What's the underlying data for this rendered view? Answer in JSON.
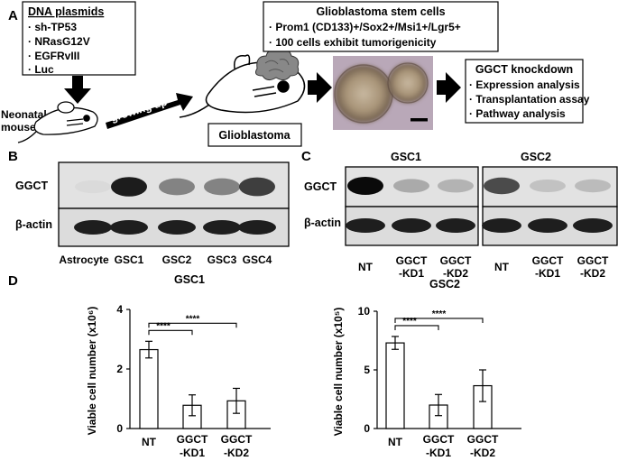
{
  "panelA": {
    "letter": "A",
    "plasmids": {
      "title": "DNA plasmids",
      "items": [
        "· sh-TP53",
        "· NRasG12V",
        "· EGFRvIII",
        "· Luc"
      ]
    },
    "neonatal": [
      "Neonatal",
      "mouse"
    ],
    "growing": "growing up",
    "glioblastoma": "Glioblastoma",
    "stem": {
      "title": "Glioblastoma stem cells",
      "items": [
        "· Prom1 (CD133)+/Sox2+/Msi1+/Lgr5+",
        "· 100 cells exhibit tumorigenicity"
      ]
    },
    "knockdown": {
      "title": "GGCT knockdown",
      "items": [
        "· Expression analysis",
        "· Transplantation assay",
        "· Pathway analysis"
      ]
    }
  },
  "panelB": {
    "letter": "B",
    "rows": [
      "GGCT",
      "β-actin"
    ],
    "lanes": [
      "Astrocyte",
      "GSC1",
      "GSC2",
      "GSC3",
      "GSC4"
    ],
    "ggct_intensity": [
      0.03,
      0.95,
      0.6,
      0.6,
      0.85
    ]
  },
  "panelC": {
    "letter": "C",
    "groups": [
      "GSC1",
      "GSC2"
    ],
    "rows": [
      "GGCT",
      "β-actin"
    ],
    "lanes": [
      [
        "NT"
      ],
      [
        "GGCT",
        "-KD1"
      ],
      [
        "GGCT",
        "-KD2"
      ]
    ],
    "ggct_intensity": [
      [
        1.0,
        0.4,
        0.35
      ],
      [
        0.8,
        0.25,
        0.3
      ]
    ]
  },
  "panelD": {
    "letter": "D"
  },
  "chart_data": [
    {
      "type": "bar",
      "title": "GSC1",
      "ylabel": "Viable cell number (x10⁶)",
      "categories": [
        [
          "NT"
        ],
        [
          "GGCT",
          "-KD1"
        ],
        [
          "GGCT",
          "-KD2"
        ]
      ],
      "values": [
        2.65,
        0.78,
        0.93
      ],
      "errors": [
        0.28,
        0.35,
        0.42
      ],
      "ylim": [
        0,
        4
      ],
      "yticks": [
        0,
        2,
        4
      ],
      "significance": [
        "****",
        "****"
      ]
    },
    {
      "type": "bar",
      "title": "GSC2",
      "ylabel": "Viable cell number (x10⁵)",
      "categories": [
        [
          "NT"
        ],
        [
          "GGCT",
          "-KD1"
        ],
        [
          "GGCT",
          "-KD2"
        ]
      ],
      "values": [
        7.3,
        2.0,
        3.65
      ],
      "errors": [
        0.55,
        0.9,
        1.35
      ],
      "ylim": [
        0,
        10
      ],
      "yticks": [
        0,
        5,
        10
      ],
      "significance": [
        "****",
        "****"
      ]
    }
  ]
}
